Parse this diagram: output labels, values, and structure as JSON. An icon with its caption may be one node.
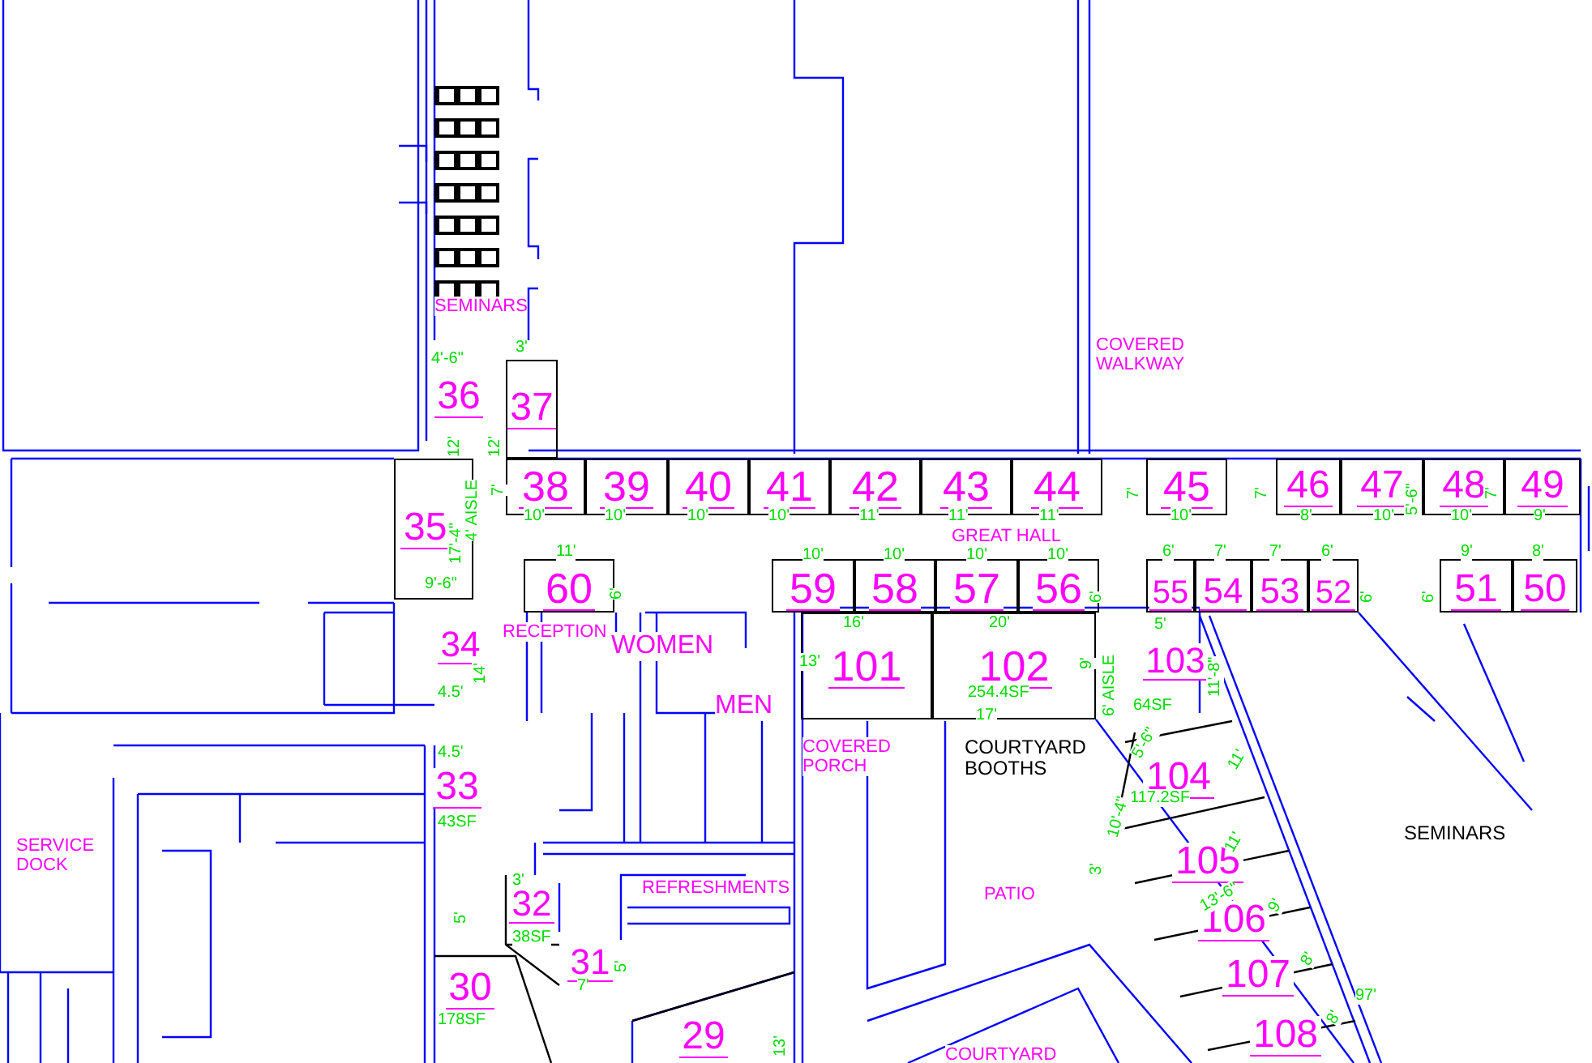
{
  "diagram": {
    "nodes": [
      {
        "text": [
          "36"
        ]
      },
      {
        "text": [
          "37"
        ]
      },
      {
        "text": [
          "38"
        ]
      },
      {
        "text": [
          "39"
        ]
      },
      {
        "text": [
          "40"
        ]
      },
      {
        "text": [
          "41"
        ]
      },
      {
        "text": [
          "42"
        ]
      },
      {
        "text": [
          "43"
        ]
      },
      {
        "text": [
          "44"
        ]
      },
      {
        "text": [
          "45"
        ]
      },
      {
        "text": [
          "46"
        ]
      },
      {
        "text": [
          "47"
        ]
      },
      {
        "text": [
          "48"
        ]
      },
      {
        "text": [
          "49"
        ]
      },
      {
        "text": [
          "35"
        ]
      },
      {
        "text": [
          "60"
        ]
      },
      {
        "text": [
          "59"
        ]
      },
      {
        "text": [
          "58"
        ]
      },
      {
        "text": [
          "57"
        ]
      },
      {
        "text": [
          "56"
        ]
      },
      {
        "text": [
          "55"
        ]
      },
      {
        "text": [
          "54"
        ]
      },
      {
        "text": [
          "53"
        ]
      },
      {
        "text": [
          "52"
        ]
      },
      {
        "text": [
          "51"
        ]
      },
      {
        "text": [
          "50"
        ]
      },
      {
        "text": [
          "34"
        ]
      },
      {
        "text": [
          "101"
        ]
      },
      {
        "text": [
          "102"
        ]
      },
      {
        "text": [
          "103"
        ]
      },
      {
        "text": [
          "104"
        ]
      },
      {
        "text": [
          "105"
        ]
      },
      {
        "text": [
          "106"
        ]
      },
      {
        "text": [
          "107"
        ]
      },
      {
        "text": [
          "108"
        ]
      },
      {
        "text": [
          "33"
        ]
      },
      {
        "text": [
          "32"
        ]
      },
      {
        "text": [
          "31"
        ]
      },
      {
        "text": [
          "30"
        ]
      },
      {
        "text": [
          "29"
        ]
      }
    ],
    "labels": [
      "SEMINARS",
      "4'-6\"",
      "3'",
      "12'",
      "4' AISLE",
      "12'",
      "7'",
      "17'-4\"",
      "10'",
      "10'",
      "10'",
      "10'",
      "11'",
      "11'",
      "11'",
      "COVERED WALKWAY",
      "7'",
      "10'",
      "7'",
      "8'",
      "5'-6\"",
      "10'",
      "10'",
      "7'",
      "9'",
      "GREAT HALL",
      "9'-6\"",
      "11'",
      "6'",
      "10'",
      "10'",
      "10'",
      "10'",
      "6'",
      "6'",
      "7'",
      "7'",
      "6'",
      "6'",
      "6'",
      "9'",
      "8'",
      "RECEPTION",
      "WOMEN",
      "MEN",
      "14'",
      "4.5'",
      "16'",
      "20'",
      "13'",
      "254.4SF",
      "17'",
      "9'",
      "6' AISLE",
      "5'",
      "11'-8\"",
      "64SF",
      "4.5'",
      "43SF",
      "COVERED PORCH",
      "COURTYARD BOOTHS",
      "SERVICE DOCK",
      "117.2SF",
      "5'-6\"",
      "10'-4\"",
      "3'",
      "11'",
      "11'",
      "13'-6\"",
      "9'",
      "8'",
      "8'",
      "97'",
      "SEMINARS",
      "PATIO",
      "REFRESHMENTS",
      "3'",
      "5'",
      "38SF",
      "5'",
      "7'",
      "178SF",
      "COURTYARD",
      "13'"
    ]
  }
}
